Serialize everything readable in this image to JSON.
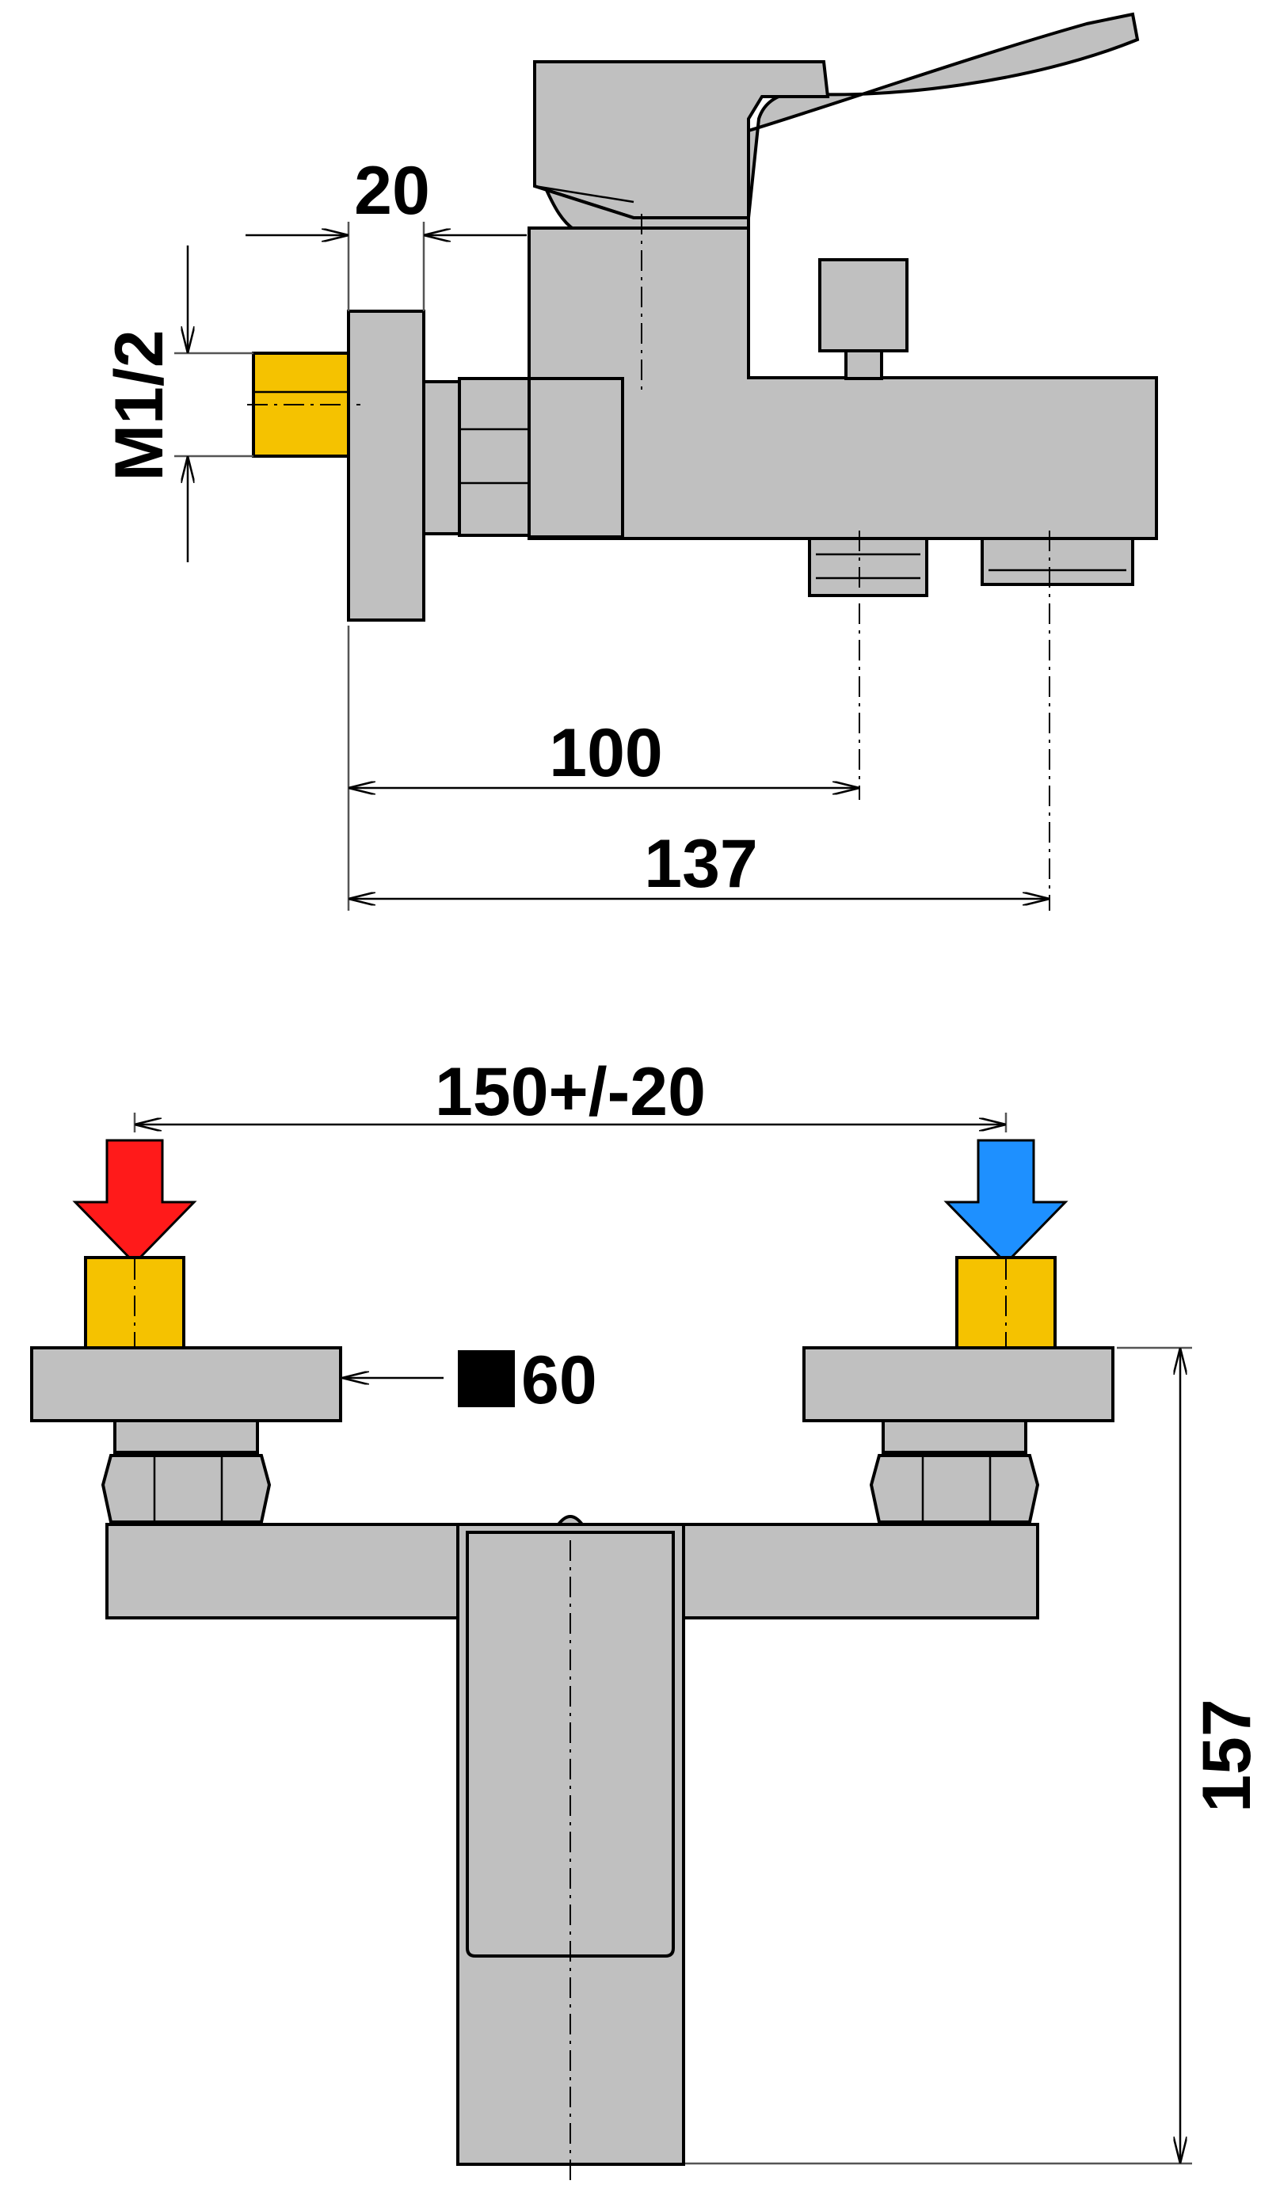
{
  "side_view": {
    "dims": {
      "flange_thickness": "20",
      "thread": "M1/2",
      "to_outlet": "100",
      "overall_depth": "137"
    }
  },
  "top_view": {
    "dims": {
      "center_distance": "150+/-20",
      "flange_square": "60",
      "overall_length": "157"
    },
    "inlets": [
      {
        "side": "left",
        "color": "#ff1a1a"
      },
      {
        "side": "right",
        "color": "#1e90ff"
      }
    ]
  },
  "colors": {
    "body": "#c0c0c0",
    "brass": "#f5c200",
    "hot": "#ff1a1a",
    "cold": "#1e90ff"
  }
}
